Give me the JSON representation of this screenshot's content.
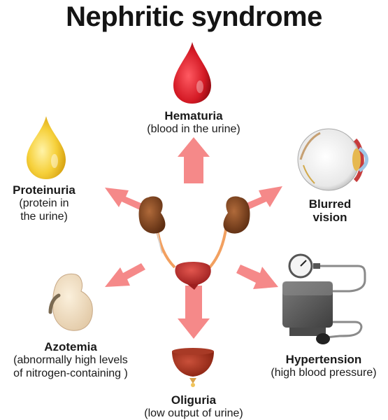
{
  "title": "Nephritic syndrome",
  "symptoms": {
    "hematuria": {
      "name": "Hematuria",
      "desc": "(blood in the urine)"
    },
    "proteinuria": {
      "name": "Proteinuria",
      "desc_line1": "(protein in",
      "desc_line2": "the urine)"
    },
    "blurred_vision": {
      "name_line1": "Blurred",
      "name_line2": "vision"
    },
    "azotemia": {
      "name": "Azotemia",
      "desc_line1": "(abnormally high levels",
      "desc_line2": "of nitrogen-containing )"
    },
    "oliguria": {
      "name": "Oliguria",
      "desc": "(low output of urine)"
    },
    "hypertension": {
      "name": "Hypertension",
      "desc": "(high blood pressure)"
    }
  },
  "icons": [
    "blood-drop-icon",
    "protein-drop-icon",
    "eye-icon",
    "kidney-icon",
    "urine-drop-icon",
    "blood-pressure-monitor-icon",
    "kidneys-bladder-icon"
  ],
  "colors": {
    "arrow": "#f47c7c",
    "blood": "#d41a25",
    "protein": "#f3c52a",
    "kidney": "#8a4a24",
    "ureter": "#f2a060",
    "cuff": "#5a5a5a"
  }
}
